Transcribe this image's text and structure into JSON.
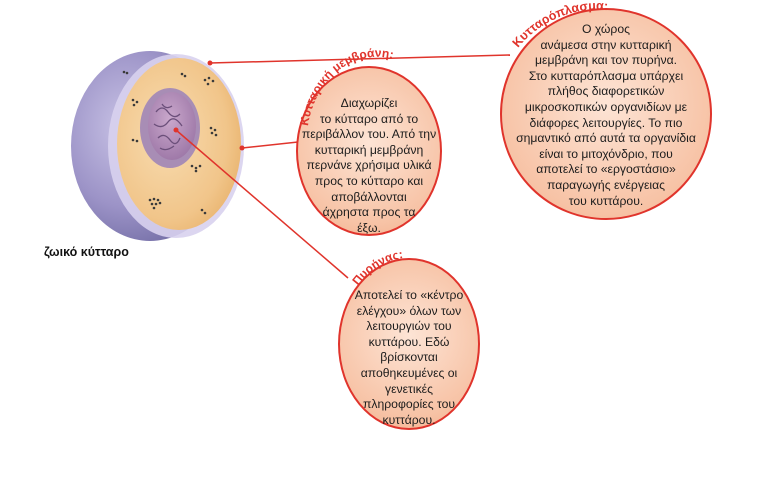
{
  "cell_label": "ζωικό κύτταρο",
  "callouts": {
    "cytoplasm": {
      "title": "Κυτταρόπλασμα:",
      "lines": [
        "Ο χώρος",
        "ανάμεσα στην κυτταρική",
        "μεμβράνη και τον πυρήνα.",
        "Στο κυτταρόπλασμα υπάρχει",
        "πλήθος διαφορετικών",
        "μικροσκοπικών οργανιδίων με",
        "διάφορες λειτουργίες. Το πιο",
        "σημαντικό από αυτά τα οργανίδια",
        "είναι το μιτοχόνδριο, που",
        "αποτελεί το «εργοστάσιο»",
        "παραγωγής ενέργειας",
        "του κυττάρου."
      ]
    },
    "membrane": {
      "title": "Κυτταρική μεμβράνη:",
      "lines": [
        "Διαχωρίζει",
        "το κύτταρο από το",
        "περιβάλλον του. Από την",
        "κυτταρική μεμβράνη",
        "περνάνε χρήσιμα υλικά",
        "προς το κύτταρο και",
        "αποβάλλονται",
        "άχρηστα προς τα",
        "έξω."
      ]
    },
    "nucleus": {
      "title": "Πυρήνας:",
      "lines": [
        "Αποτελεί το «κέντρο",
        "ελέγχου» όλων των",
        "λειτουργιών του",
        "κυττάρου. Εδώ βρίσκονται",
        "αποθηκευμένες οι",
        "γενετικές",
        "πληροφορίες του",
        "κυττάρου."
      ]
    }
  },
  "colors": {
    "accent": "#e0342c",
    "bubble_fill": "#f7c3a6",
    "cytoplasm": "#f3c98a",
    "membrane": "#8e86bd",
    "nucleus": "#b190b8"
  }
}
